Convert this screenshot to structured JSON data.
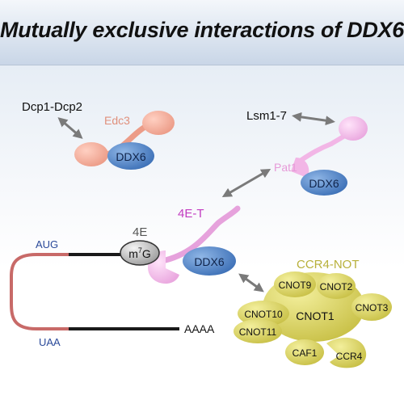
{
  "header": {
    "title": "Mutually exclusive interactions of DDX6"
  },
  "labels": {
    "dcp": "Dcp1-Dcp2",
    "edc3": "Edc3",
    "ddx6": "DDX6",
    "lsm": "Lsm1-7",
    "pat1": "Pat1",
    "four_e_t": "4E-T",
    "four_e": "4E",
    "cap_main": "m",
    "cap_sup": "7",
    "cap_g": "G",
    "aug": "AUG",
    "uaa": "UAA",
    "polya": "AAAA",
    "ccr4_not": "CCR4-NOT"
  },
  "ccr4_not_subunits": {
    "cnot9": "CNOT9",
    "cnot2": "CNOT2",
    "cnot3": "CNOT3",
    "cnot10": "CNOT10",
    "cnot11": "CNOT11",
    "cnot1": "CNOT1",
    "caf1": "CAF1",
    "ccr4": "CCR4"
  },
  "colors": {
    "ddx6": "#4f86c8",
    "edc3": "#f0a08c",
    "pat1": "#f2b6e6",
    "four_e_t": "#e6a2dc",
    "cnot": "#d4cd5a",
    "utr": "#c86a68",
    "orf": "#1a1a1a",
    "codon_label": "#2b4a9a"
  }
}
